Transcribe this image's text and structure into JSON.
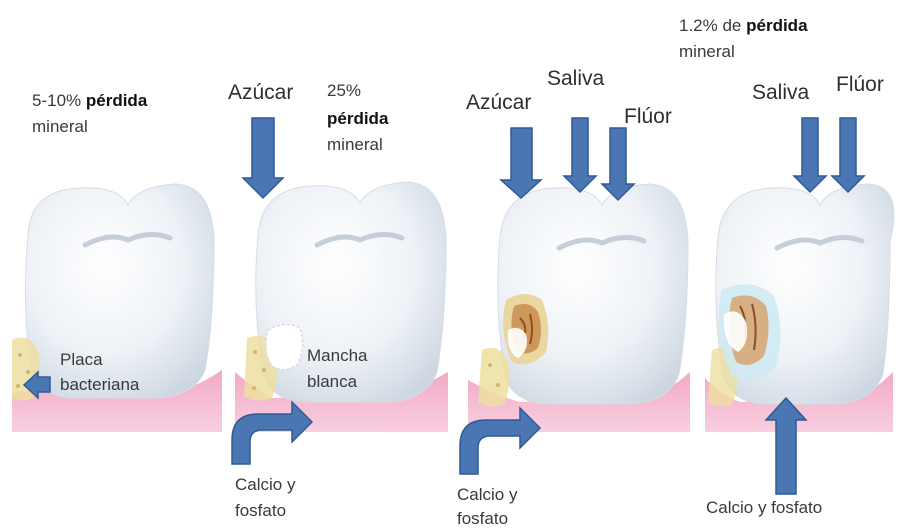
{
  "colors": {
    "arrow_fill": "#4a77b4",
    "arrow_stroke": "#2f5a93",
    "gum": "#f0aec9",
    "gum_light": "#f7c9db",
    "tooth": "#eef3f8",
    "plaque": "#efe3a8",
    "lesion_brown": "#a0652d"
  },
  "stage1": {
    "loss_pct": "5-10%",
    "loss_word": "pérdida",
    "loss_word2": "mineral",
    "plaque_line1": "Placa",
    "plaque_line2": "bacteriana"
  },
  "stage2": {
    "sugar": "Azúcar",
    "loss_pct": "25%",
    "loss_word": "pérdida",
    "loss_word2": "mineral",
    "spot_line1": "Mancha",
    "spot_line2": "blanca",
    "calcium_line1": "Calcio y",
    "calcium_line2": "fosfato"
  },
  "stage3": {
    "sugar": "Azúcar",
    "saliva": "Saliva",
    "fluor": "Flúor",
    "calcium_line1": "Calcio y",
    "calcium_line2": "fosfato"
  },
  "stage4": {
    "loss_pct": "1.2% de",
    "loss_word": "pérdida",
    "loss_word2": "mineral",
    "saliva": "Saliva",
    "fluor": "Flúor",
    "calcium": "Calcio y fosfato"
  }
}
